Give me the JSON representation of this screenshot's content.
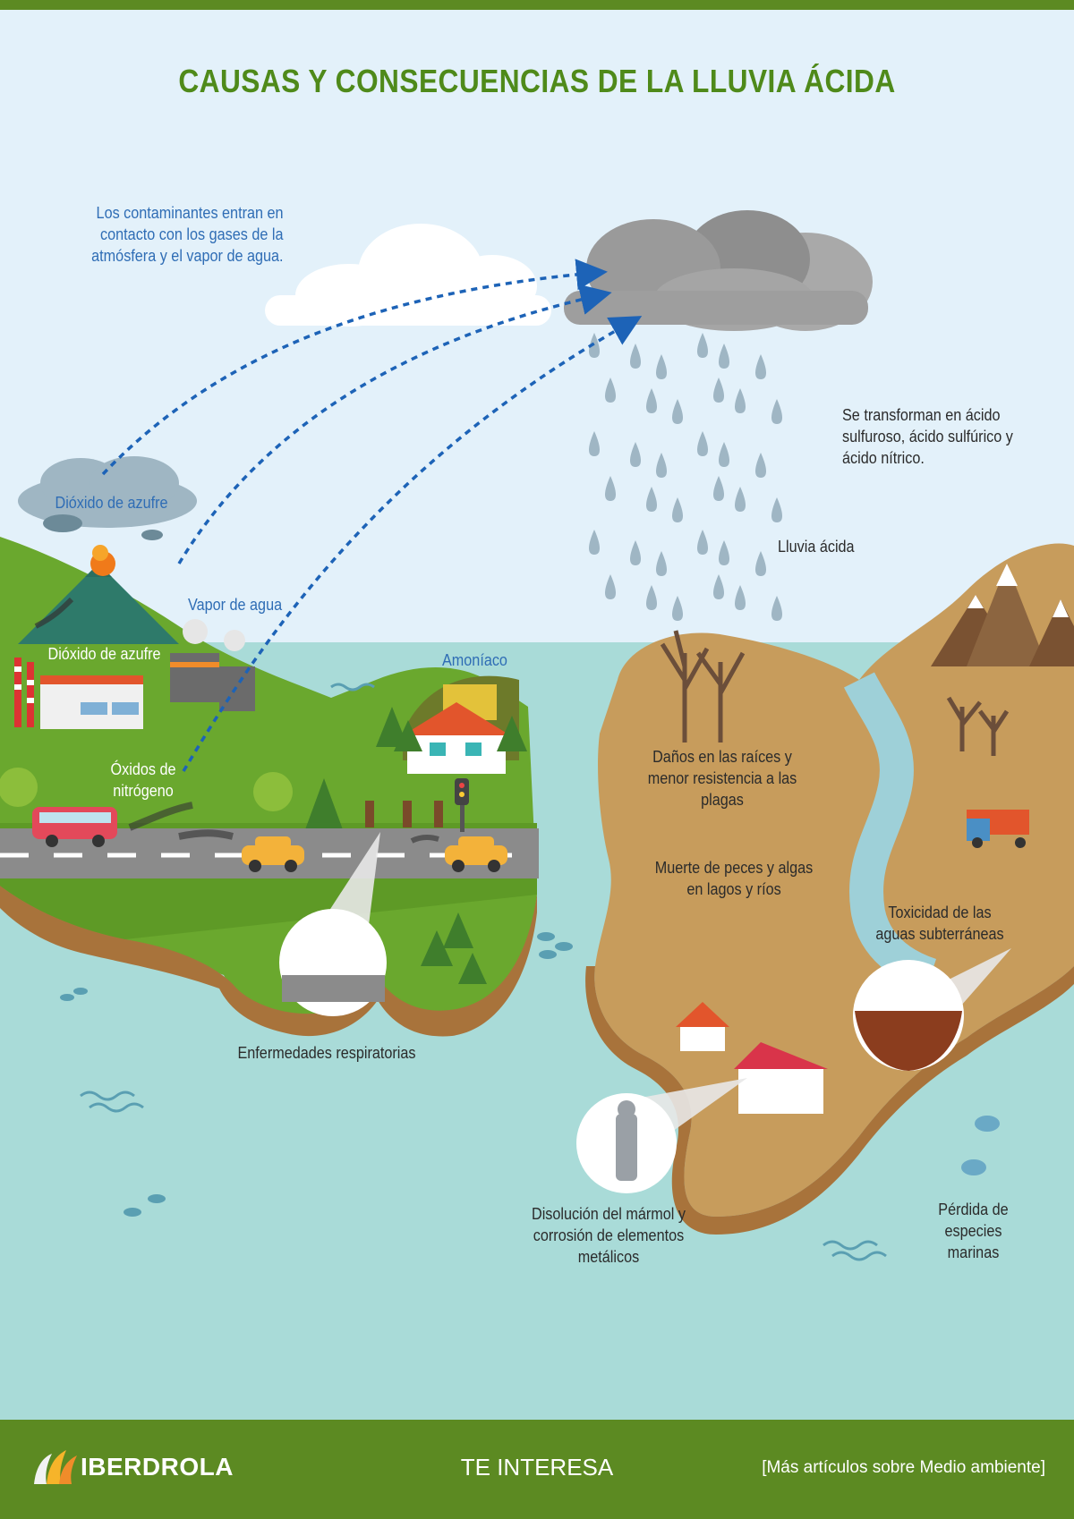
{
  "title": "CAUSAS Y CONSECUENCIAS DE LA LLUVIA ÁCIDA",
  "labels": {
    "contaminants": "Los contaminantes entran en contacto con los gases de la atmósfera y el vapor de agua.",
    "transform": "Se transforman en ácido sulfuroso, ácido sulfúrico y ácido nítrico.",
    "acid_rain": "Lluvia ácida",
    "sulfur_dioxide_volcano": "Dióxido de azufre",
    "water_vapor": "Vapor de agua",
    "sulfur_dioxide_factory": "Dióxido de azufre",
    "ammonia": "Amoníaco",
    "nitrogen_oxides": "Óxidos de nitrógeno",
    "respiratory": "Enfermedades respiratorias",
    "roots": "Daños en las raíces y menor resistencia a las plagas",
    "fish": "Muerte de peces y algas en lagos y ríos",
    "groundwater": "Toxicidad de las aguas subterráneas",
    "marble": "Disolución del mármol y corrosión de elementos metálicos",
    "species": "Pérdida de especies marinas"
  },
  "footer": {
    "brand": "IBERDROLA",
    "section": "TE INTERESA",
    "link": "[Más artículos sobre Medio ambiente]"
  },
  "colors": {
    "sky": "#e3f1fa",
    "sea": "#a9dbd8",
    "grass": "#6aa82e",
    "earth": "#c79c5c",
    "brand_green": "#5c8a22",
    "arrow_blue": "#1d63b7",
    "title_green": "#4f8a1a"
  }
}
